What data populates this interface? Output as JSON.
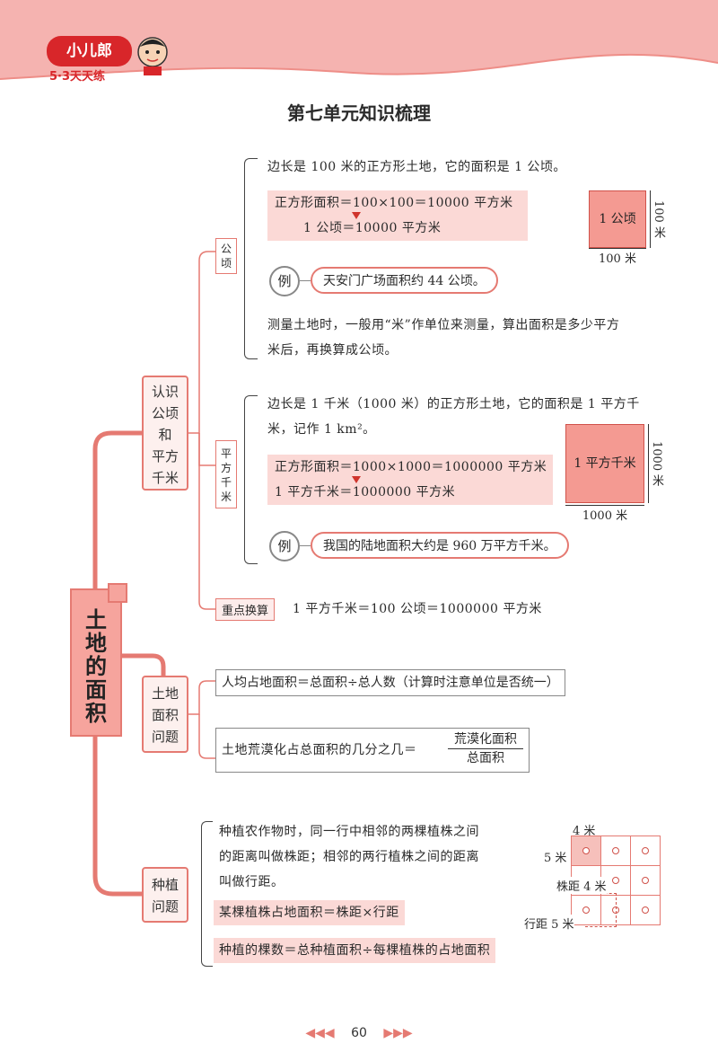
{
  "header": {
    "brand": "小儿郎",
    "sub": "5·3天天练",
    "color": "#f5b3b0"
  },
  "title": "第七单元知识梳理",
  "root": {
    "label_chars": [
      "土",
      "地",
      "的",
      "面",
      "积"
    ]
  },
  "branch1": {
    "label": [
      "认识",
      "公顷",
      "和",
      "平方",
      "千米"
    ],
    "hectare": {
      "node": [
        "公",
        "顷"
      ],
      "line1": "边长是 100 米的正方形土地，它的面积是 1 公顷。",
      "eq1": "正方形面积＝100×100＝10000 平方米",
      "eq2": "1 公顷＝10000 平方米",
      "square_label": "1 公顷",
      "dim_right": "100 米",
      "dim_bottom": "100 米",
      "example_tag": "例",
      "example": "天安门广场面积约 44 公顷。",
      "note1": "测量土地时，一般用“米”作单位来测量，算出面积是多少平方",
      "note2": "米后，再换算成公顷。"
    },
    "sqkm": {
      "node": [
        "平",
        "方",
        "千",
        "米"
      ],
      "line1": "边长是 1 千米（1000 米）的正方形土地，它的面积是 1 平方千",
      "line2": "米，记作 1 km²。",
      "eq1": "正方形面积＝1000×1000＝1000000 平方米",
      "eq2": "1 平方千米＝1000000 平方米",
      "square_label": "1 平方千米",
      "dim_right": "1000 米",
      "dim_bottom": "1000 米",
      "example_tag": "例",
      "example": "我国的陆地面积大约是 960 万平方千米。"
    },
    "key": {
      "tag": "重点换算",
      "text": "1 平方千米＝100 公顷＝1000000 平方米"
    }
  },
  "branch2": {
    "label": [
      "土地",
      "面积",
      "问题"
    ],
    "f1": "人均占地面积＝总面积÷总人数（计算时注意单位是否统一）",
    "f2_left": "土地荒漠化占总面积的几分之几＝",
    "f2_num": "荒漠化面积",
    "f2_den": "总面积"
  },
  "branch3": {
    "label": [
      "种植",
      "问题"
    ],
    "p1": "种植农作物时，同一行中相邻的两棵植株之间",
    "p2": "的距离叫做株距；相邻的两行植株之间的距离",
    "p3": "叫做行距。",
    "f1": "某棵植株占地面积＝株距×行距",
    "f2": "种植的棵数＝总种植面积÷每棵植株的占地面积",
    "grid_top": "4 米",
    "grid_left": "5 米",
    "zhuju": "株距 4 米",
    "hangju": "行距 5 米"
  },
  "footer": {
    "page": "60"
  }
}
